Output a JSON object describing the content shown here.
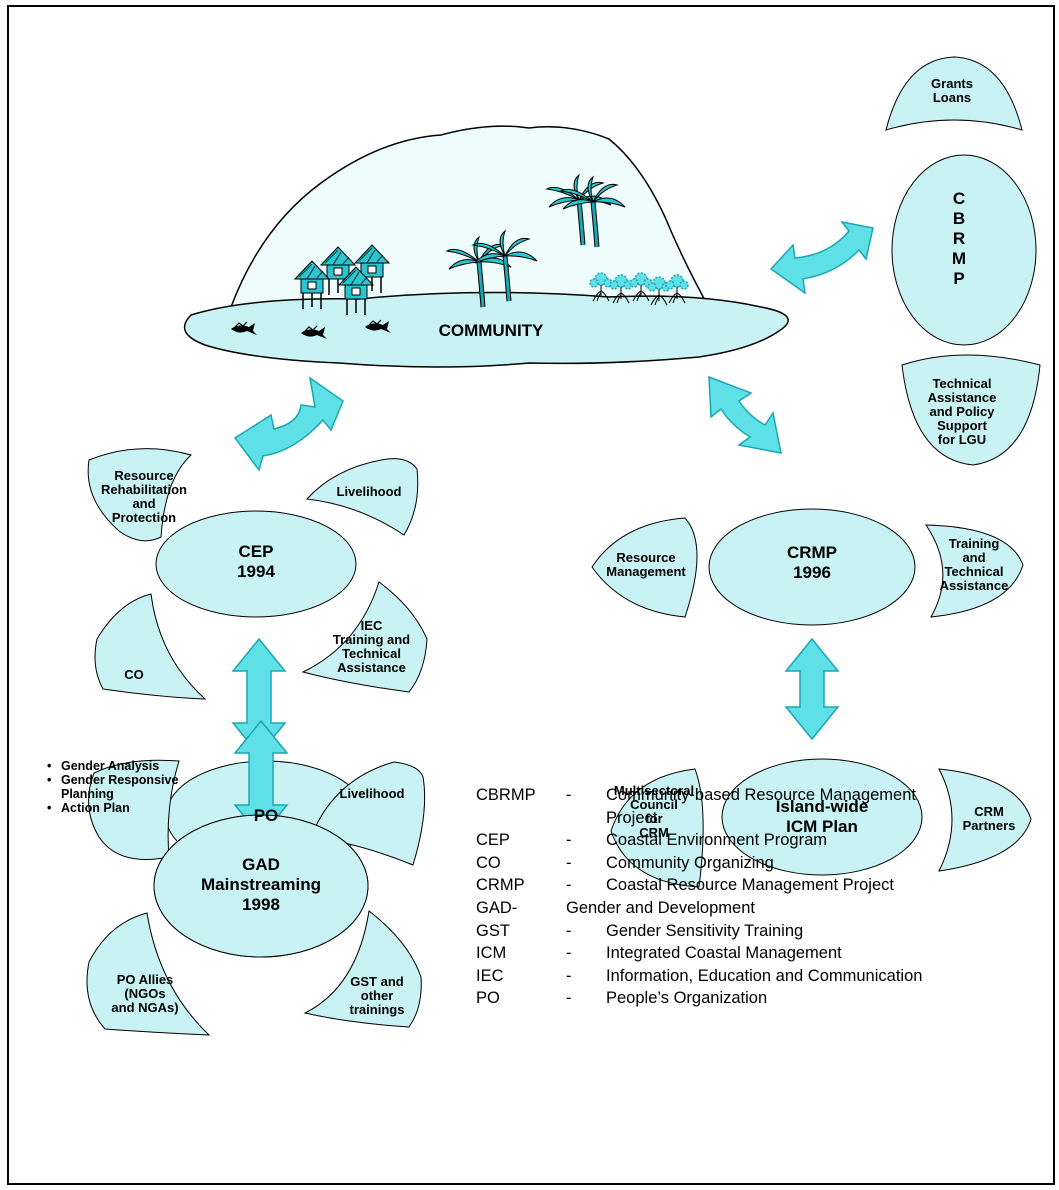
{
  "community": {
    "label": "COMMUNITY"
  },
  "cbrmp": {
    "top_label": "Grants\nLoans",
    "center_label": "C\nB\nR\nM\nP",
    "bottom_label": "Technical\nAssistance\nand Policy\nSupport\nfor LGU"
  },
  "cep": {
    "center_label": "CEP\n1994",
    "petals": {
      "top_left": "Resource\nRehabilitation\nand\nProtection",
      "top_right": "Livelihood",
      "bottom_left": "CO",
      "bottom_right": "IEC\nTraining and\nTechnical\nAssistance"
    }
  },
  "crmp": {
    "center_label": "CRMP\n1996",
    "petals": {
      "left": "Resource\nManagement",
      "right": "Training\nand\nTechnical\nAssistance"
    }
  },
  "po": {
    "label": "PO"
  },
  "icm": {
    "center_label": "Island-wide\nICM Plan",
    "petals": {
      "left": "Multisectoral\nCouncil\nfor\nCRM",
      "right": "CRM\nPartners"
    }
  },
  "gad": {
    "center_label": "GAD\nMainstreaming\n1998",
    "bullets": [
      "Gender Analysis",
      "Gender Responsive\nPlanning",
      "Action Plan"
    ],
    "petals": {
      "top_right": "Livelihood",
      "bottom_left": "PO Allies\n(NGOs\nand NGAs)",
      "bottom_right": "GST and\nother\ntrainings"
    }
  },
  "legend": [
    {
      "abbr": "CBRMP",
      "dash": "-",
      "desc": "Community-based Resource Management\nProject"
    },
    {
      "abbr": "CEP",
      "dash": "-",
      "desc": "Coastal Environment Program"
    },
    {
      "abbr": "CO",
      "dash": "-",
      "desc": "Community Organizing"
    },
    {
      "abbr": "CRMP",
      "dash": "-",
      "desc": "Coastal Resource Management Project"
    },
    {
      "abbr": "GAD-",
      "dash": "",
      "desc": "Gender and Development"
    },
    {
      "abbr": "GST",
      "dash": "-",
      "desc": "Gender Sensitivity Training"
    },
    {
      "abbr": "ICM",
      "dash": "-",
      "desc": "Integrated Coastal Management"
    },
    {
      "abbr": "IEC",
      "dash": "-",
      "desc": "Information, Education and Communication"
    },
    {
      "abbr": "PO",
      "dash": "-",
      "desc": "People’s Organization"
    }
  ],
  "colors": {
    "fill": "#c8f2f3",
    "arrow": "#5ee0e6",
    "dark_teal": "#1aa7b3",
    "stroke": "#000000"
  },
  "icons": {
    "island": "island-illustration",
    "hut": "hut-icon",
    "palm": "palm-tree-icon",
    "mangrove": "mangrove-icon",
    "fish": "fish-icon",
    "arrow": "double-arrow-icon"
  }
}
